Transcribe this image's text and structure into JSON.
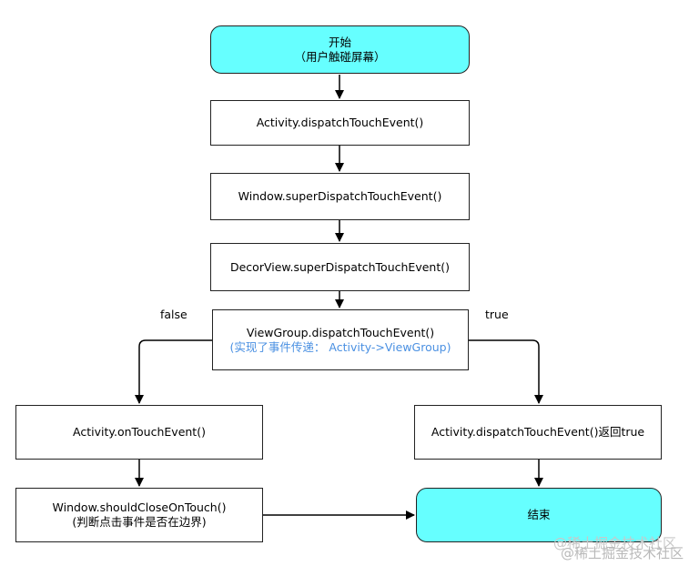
{
  "nodes": {
    "start": {
      "title": "开始",
      "subtitle": "（用户触碰屏幕）"
    },
    "activity_dispatch": {
      "label": "Activity.dispatchTouchEvent()"
    },
    "window_super": {
      "label": "Window.superDispatchTouchEvent()"
    },
    "decorview_super": {
      "label": "DecorView.superDispatchTouchEvent()"
    },
    "viewgroup_dispatch": {
      "label": "ViewGroup.dispatchTouchEvent()",
      "note": "(实现了事件传递： Activity->ViewGroup)"
    },
    "activity_ontouch": {
      "label": "Activity.onTouchEvent()"
    },
    "activity_return_true": {
      "label": "Activity.dispatchTouchEvent()返回true"
    },
    "window_should_close": {
      "label": "Window.shouldCloseOnTouch()",
      "subtitle": "(判断点击事件是否在边界)"
    },
    "end": {
      "label": "结束"
    }
  },
  "edges": {
    "false_label": "false",
    "true_label": "true"
  },
  "watermark": {
    "line1": "@稀土掘金技术社区",
    "line2": "@稀土掘金技术社区"
  },
  "colors": {
    "terminal_fill": "#66ffff",
    "note_text": "#4a90e2",
    "line": "#000000"
  }
}
